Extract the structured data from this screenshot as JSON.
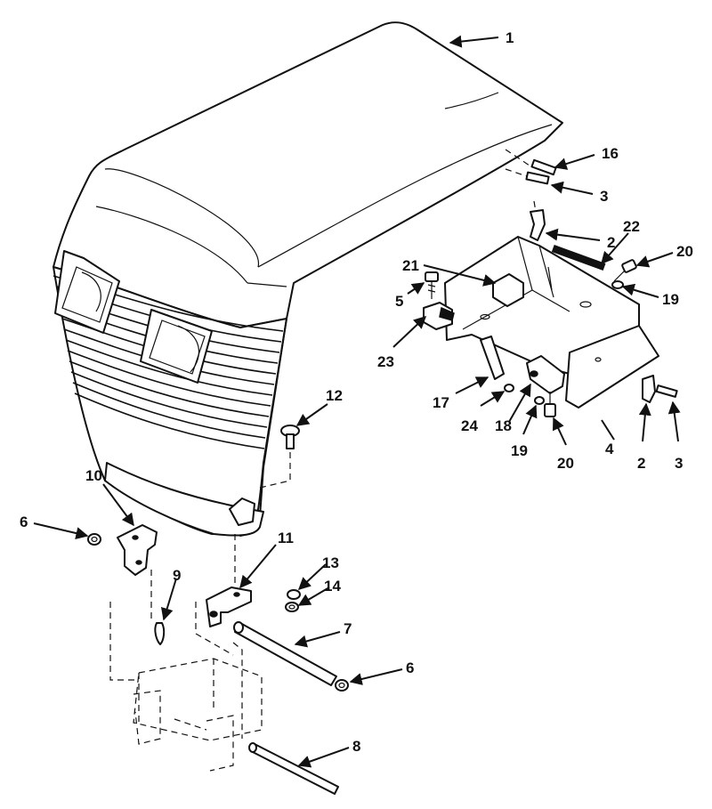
{
  "callouts": [
    {
      "id": "c1",
      "text": "1"
    },
    {
      "id": "c16",
      "text": "16"
    },
    {
      "id": "c3a",
      "text": "3"
    },
    {
      "id": "c2a",
      "text": "2"
    },
    {
      "id": "c22",
      "text": "22"
    },
    {
      "id": "c20a",
      "text": "20"
    },
    {
      "id": "c21",
      "text": "21"
    },
    {
      "id": "c5",
      "text": "5"
    },
    {
      "id": "c19a",
      "text": "19"
    },
    {
      "id": "c23",
      "text": "23"
    },
    {
      "id": "c17",
      "text": "17"
    },
    {
      "id": "c24",
      "text": "24"
    },
    {
      "id": "c18",
      "text": "18"
    },
    {
      "id": "c19b",
      "text": "19"
    },
    {
      "id": "c20b",
      "text": "20"
    },
    {
      "id": "c4",
      "text": "4"
    },
    {
      "id": "c2b",
      "text": "2"
    },
    {
      "id": "c3b",
      "text": "3"
    },
    {
      "id": "c12",
      "text": "12"
    },
    {
      "id": "c10",
      "text": "10"
    },
    {
      "id": "c6a",
      "text": "6"
    },
    {
      "id": "c11",
      "text": "11"
    },
    {
      "id": "c13",
      "text": "13"
    },
    {
      "id": "c14",
      "text": "14"
    },
    {
      "id": "c9",
      "text": "9"
    },
    {
      "id": "c7",
      "text": "7"
    },
    {
      "id": "c6b",
      "text": "6"
    },
    {
      "id": "c8",
      "text": "8"
    }
  ]
}
